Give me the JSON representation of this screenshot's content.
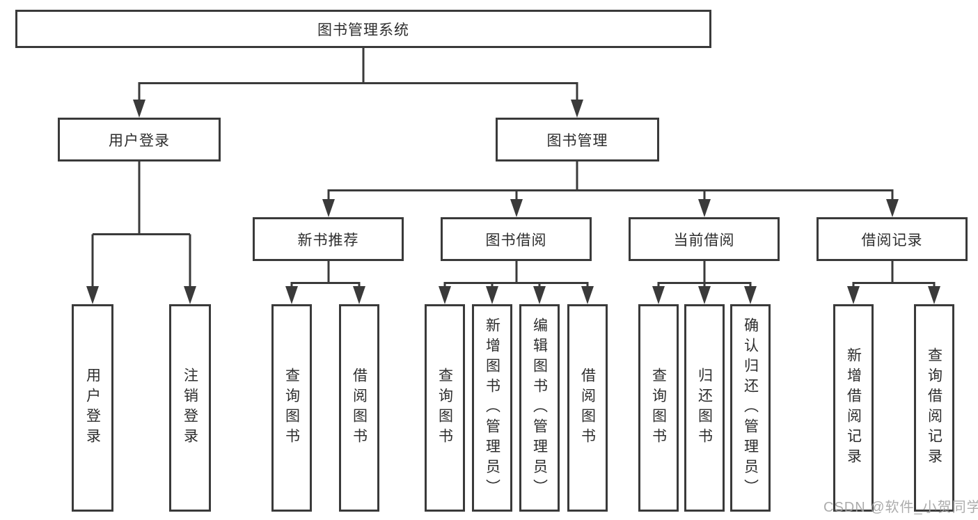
{
  "diagram_type": "hierarchy-tree",
  "colors": {
    "line": "#3a3a3a",
    "box_border": "#3a3a3a",
    "text": "#2d2d2d",
    "background": "#ffffff",
    "watermark": "#a3a3a3"
  },
  "watermark": {
    "text": "CSDN @软件_小贺同学"
  },
  "tree": {
    "label": "图书管理系统",
    "children": [
      {
        "label": "用户登录",
        "children": [
          {
            "label": "用户登录"
          },
          {
            "label": "注销登录"
          }
        ]
      },
      {
        "label": "图书管理",
        "children": [
          {
            "label": "新书推荐",
            "children": [
              {
                "label": "查询图书"
              },
              {
                "label": "借阅图书"
              }
            ]
          },
          {
            "label": "图书借阅",
            "children": [
              {
                "label": "查询图书"
              },
              {
                "label": "新增图书（管理员）"
              },
              {
                "label": "编辑图书（管理员）"
              },
              {
                "label": "借阅图书"
              }
            ]
          },
          {
            "label": "当前借阅",
            "children": [
              {
                "label": "查询图书"
              },
              {
                "label": "归还图书"
              },
              {
                "label": "确认归还（管理员）"
              }
            ]
          },
          {
            "label": "借阅记录",
            "children": [
              {
                "label": "新增借阅记录"
              },
              {
                "label": "查询借阅记录"
              }
            ]
          }
        ]
      }
    ]
  }
}
